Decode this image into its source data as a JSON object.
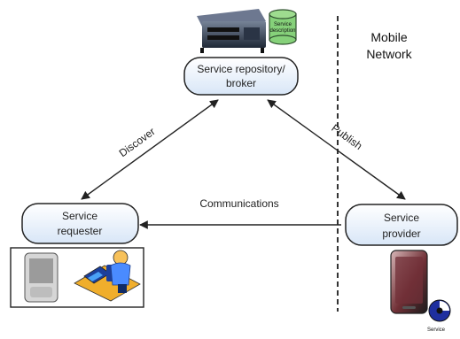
{
  "diagram": {
    "nodes": {
      "repository": {
        "line1": "Service repository/",
        "line2": "broker"
      },
      "requester": {
        "line1": "Service",
        "line2": "requester"
      },
      "provider": {
        "line1": "Service",
        "line2": "provider"
      }
    },
    "edges": {
      "discover": "Discover",
      "publish": "Publish",
      "communications": "Communications"
    },
    "network_label": {
      "line1": "Mobile",
      "line2": "Network"
    },
    "db_icon_label": {
      "line1": "Service",
      "line2": "description"
    },
    "service_icon_label": "Service"
  }
}
